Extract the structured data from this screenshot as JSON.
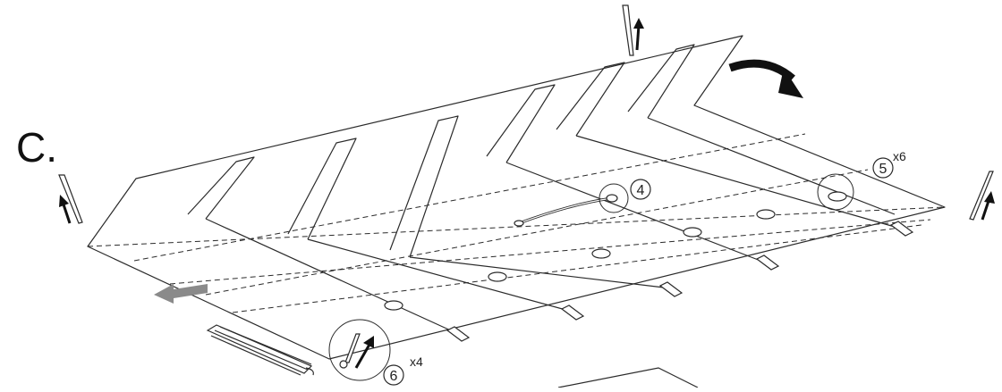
{
  "step": {
    "letter": "C."
  },
  "callouts": [
    {
      "number": "4",
      "multiplier": ""
    },
    {
      "number": "5",
      "multiplier": "x6"
    },
    {
      "number": "6",
      "multiplier": "x4"
    }
  ],
  "colors": {
    "line": "#2b2b2b",
    "arrow_black": "#111111",
    "arrow_grey": "#8a8a8a",
    "background": "#ffffff"
  },
  "icons": [
    "tent-stake-icon",
    "pull-arrow-icon",
    "rotate-arrow-icon",
    "move-arrow-icon",
    "coiled-cord-icon",
    "detail-magnifier-icon"
  ]
}
